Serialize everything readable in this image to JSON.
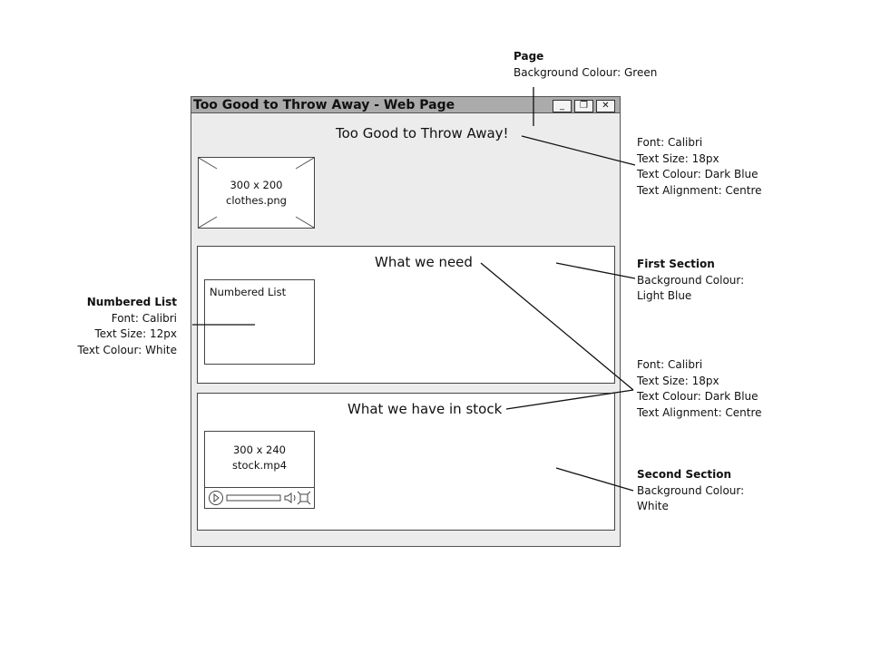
{
  "window": {
    "title": "Too Good to Throw Away - Web Page",
    "buttons": {
      "minimize": "_",
      "restore": "❐",
      "close": "✕"
    }
  },
  "page": {
    "heading": "Too Good to Throw Away!",
    "image": {
      "size": "300 x 200",
      "file": "clothes.png"
    }
  },
  "section1": {
    "heading": "What we need",
    "list_label": "Numbered List"
  },
  "section2": {
    "heading": "What we have in stock",
    "video": {
      "size": "300 x 240",
      "file": "stock.mp4"
    }
  },
  "annotations": {
    "page": {
      "title": "Page",
      "lines": [
        "Background Colour: Green"
      ]
    },
    "heading_font": {
      "lines": [
        "Font: Calibri",
        "Text Size: 18px",
        "Text Colour: Dark Blue",
        "Text Alignment: Centre"
      ]
    },
    "first_section": {
      "title": "First Section",
      "lines": [
        "Background Colour:",
        "Light Blue"
      ]
    },
    "section_font": {
      "lines": [
        "Font: Calibri",
        "Text Size: 18px",
        "Text Colour: Dark Blue",
        "Text Alignment: Centre"
      ]
    },
    "second_section": {
      "title": "Second Section",
      "lines": [
        "Background Colour:",
        "White"
      ]
    },
    "numbered_list": {
      "title": "Numbered List",
      "lines": [
        "Font: Calibri",
        "Text Size: 12px",
        "Text Colour: White"
      ]
    }
  }
}
